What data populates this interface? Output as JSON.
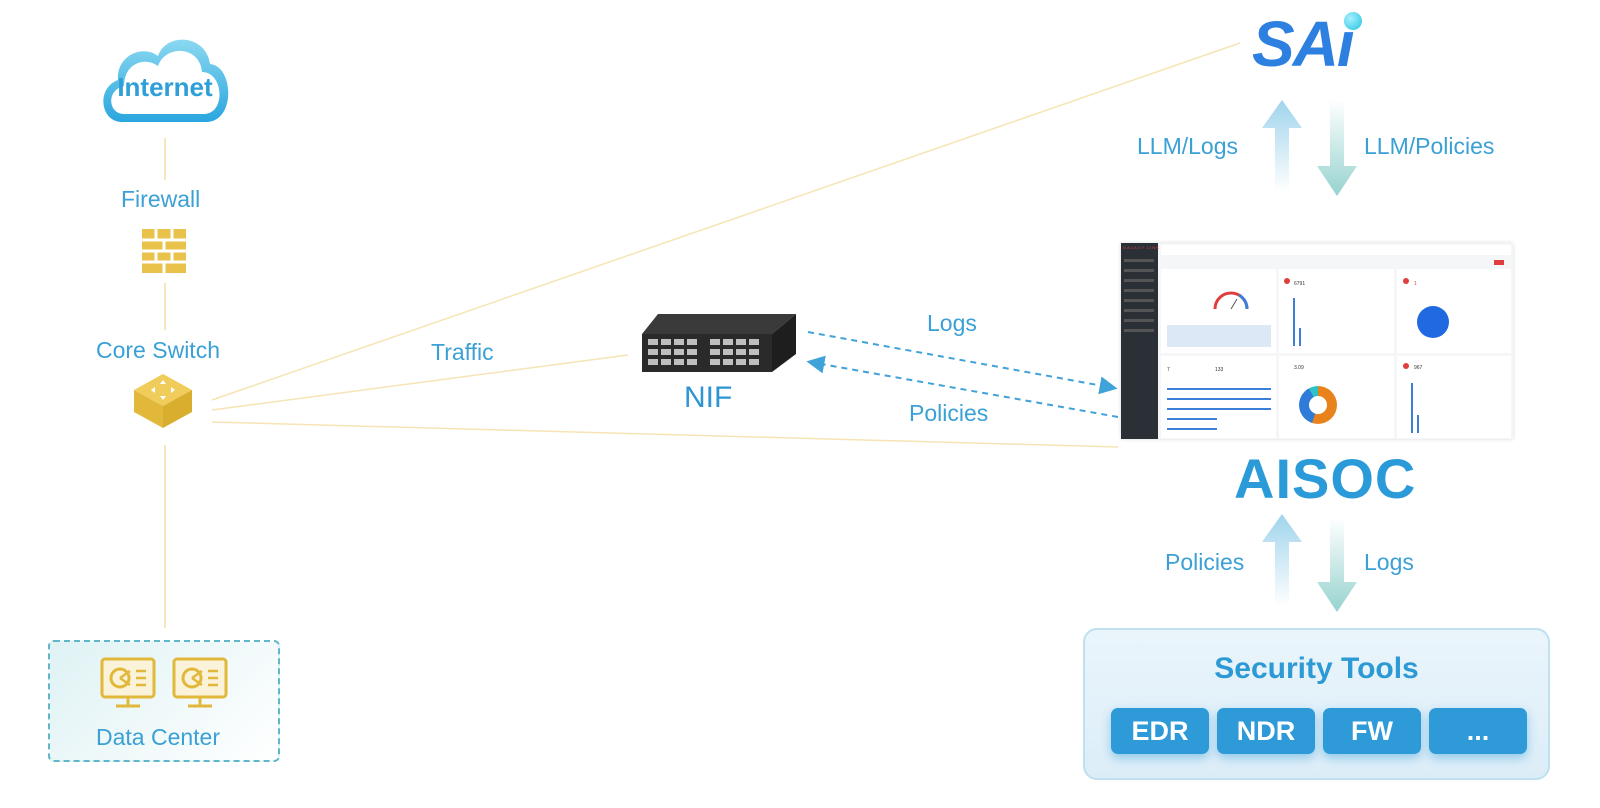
{
  "internet": {
    "label": "Internet"
  },
  "firewall": {
    "label": "Firewall"
  },
  "core_switch": {
    "label": "Core Switch"
  },
  "data_center": {
    "label": "Data Center"
  },
  "traffic": {
    "label": "Traffic"
  },
  "nif": {
    "label": "NIF"
  },
  "links": {
    "logs_label": "Logs",
    "policies_label": "Policies"
  },
  "sai": {
    "logo_text": "SAi",
    "up_label": "LLM/Logs",
    "down_label": "LLM/Policies"
  },
  "aisoc": {
    "label": "AISOC",
    "up_label": "Policies",
    "down_label": "Logs",
    "dashboard": {
      "brand": "GALAXY LINK",
      "stat_1": "6791",
      "stat_2": "1",
      "stat_3": "7",
      "stat_4": "133",
      "stat_5": "3.09",
      "stat_6": "967"
    }
  },
  "security_tools": {
    "title": "Security Tools",
    "tools": [
      "EDR",
      "NDR",
      "FW",
      "..."
    ]
  },
  "colors": {
    "accent": "#2e9ad8",
    "icon_gold": "#e8c24a",
    "line": "#f3dea6",
    "arrow": "#a7d6ea"
  }
}
